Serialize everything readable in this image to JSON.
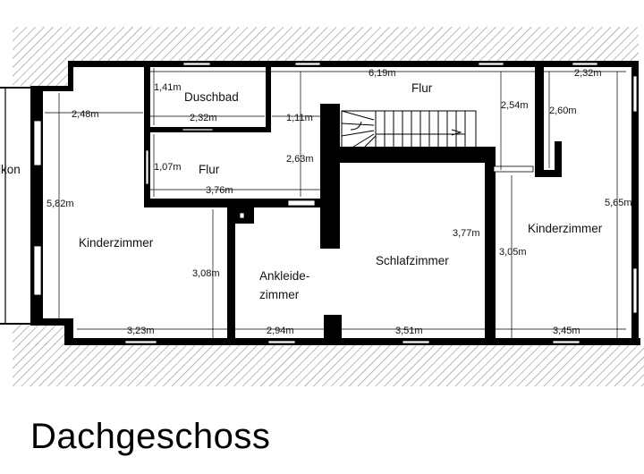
{
  "title": "Dachgeschoss",
  "rooms": {
    "balcony": "lkon",
    "duschbad": "Duschbad",
    "flur_top": "Flur",
    "flur_mid": "Flur",
    "kinder_left": "Kinderzimmer",
    "ankleide_1": "Ankleide-",
    "ankleide_2": "zimmer",
    "schlaf": "Schlafzimmer",
    "kinder_right": "Kinderzimmer"
  },
  "dimensions": {
    "flur_width": "6,19m",
    "right_top": "2,32m",
    "left_top": "2,48m",
    "bath_height": "1,41m",
    "bath_width": "2,32m",
    "flur_small": "1,11m",
    "stair_height": "2,54m",
    "right_depth": "2,60m",
    "flur_height": "2,63m",
    "flur_mid_height": "1,07m",
    "flur_mid_width": "3,76m",
    "left_height": "5,82m",
    "right_height": "5,65m",
    "schlaf_height": "3,77m",
    "right_mid_height": "3,05m",
    "ankleide_height": "3,08m",
    "bottom_left": "3,23m",
    "bottom_ankleide": "2,94m",
    "bottom_schlaf": "3,51m",
    "bottom_right": "3,45m"
  },
  "colors": {
    "wall": "#000000",
    "ink": "#111111",
    "hatch": "#8a8a8a"
  }
}
